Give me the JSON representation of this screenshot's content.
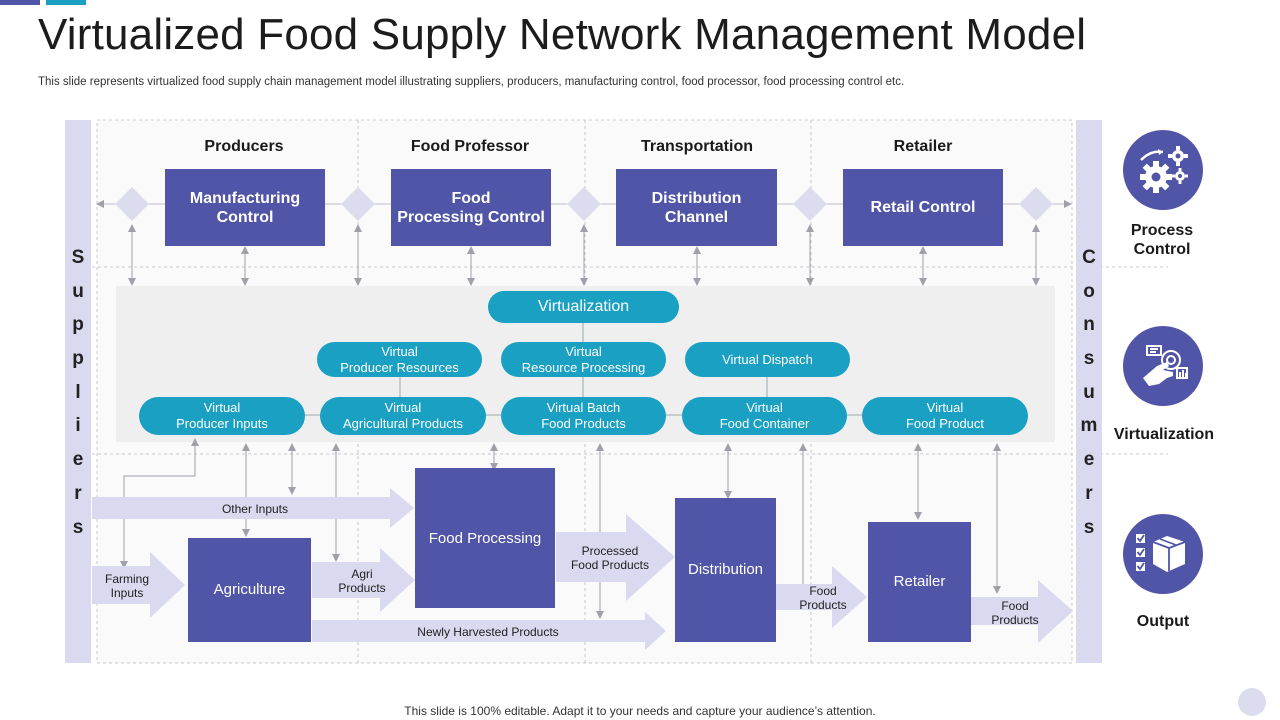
{
  "title": "Virtualized Food Supply Network Management Model",
  "subtitle": "This slide represents virtualized food supply chain management  model illustrating suppliers, producers, manufacturing control, food processor, food processing control etc.",
  "footer": "This slide is 100% editable. Adapt it to your needs and capture your audience’s attention.",
  "colors": {
    "primary": "#5055a8",
    "accent": "#1aa0c2",
    "light": "#d9d9ef",
    "panel": "#efeff0",
    "accent_bar": "#1aa0c2"
  },
  "left_label": "Suppliers",
  "right_label": "Consumers",
  "columns": [
    "Producers",
    "Food Professor",
    "Transportation",
    "Retailer"
  ],
  "control_boxes": [
    "Manufacturing\nControl",
    "Food\nProcessing Control",
    "Distribution\nChannel",
    "Retail Control"
  ],
  "virtualization": {
    "title": "Virtualization",
    "row1": [
      "Virtual\nProducer Resources",
      "Virtual\nResource Processing",
      "Virtual Dispatch"
    ],
    "row2": [
      "Virtual\nProducer Inputs",
      "Virtual\nAgricultural Products",
      "Virtual Batch\nFood Products",
      "Virtual\nFood Container",
      "Virtual\nFood Product"
    ]
  },
  "output_boxes": [
    "Agriculture",
    "Food Processing",
    "Distribution",
    "Retailer"
  ],
  "arrow_labels": {
    "other_inputs": "Other Inputs",
    "farming_inputs": "Farming\nInputs",
    "agri_products": "Agri\nProducts",
    "newly_harvested": "Newly Harvested Products",
    "processed": "Processed\nFood Products",
    "food_products_1": "Food\nProducts",
    "food_products_2": "Food\nProducts"
  },
  "right_icons": [
    {
      "label": "Process\nControl",
      "icon": "gears-icon"
    },
    {
      "label": "Virtualization",
      "icon": "touch-screen-icon"
    },
    {
      "label": "Output",
      "icon": "checklist-box-icon"
    }
  ]
}
